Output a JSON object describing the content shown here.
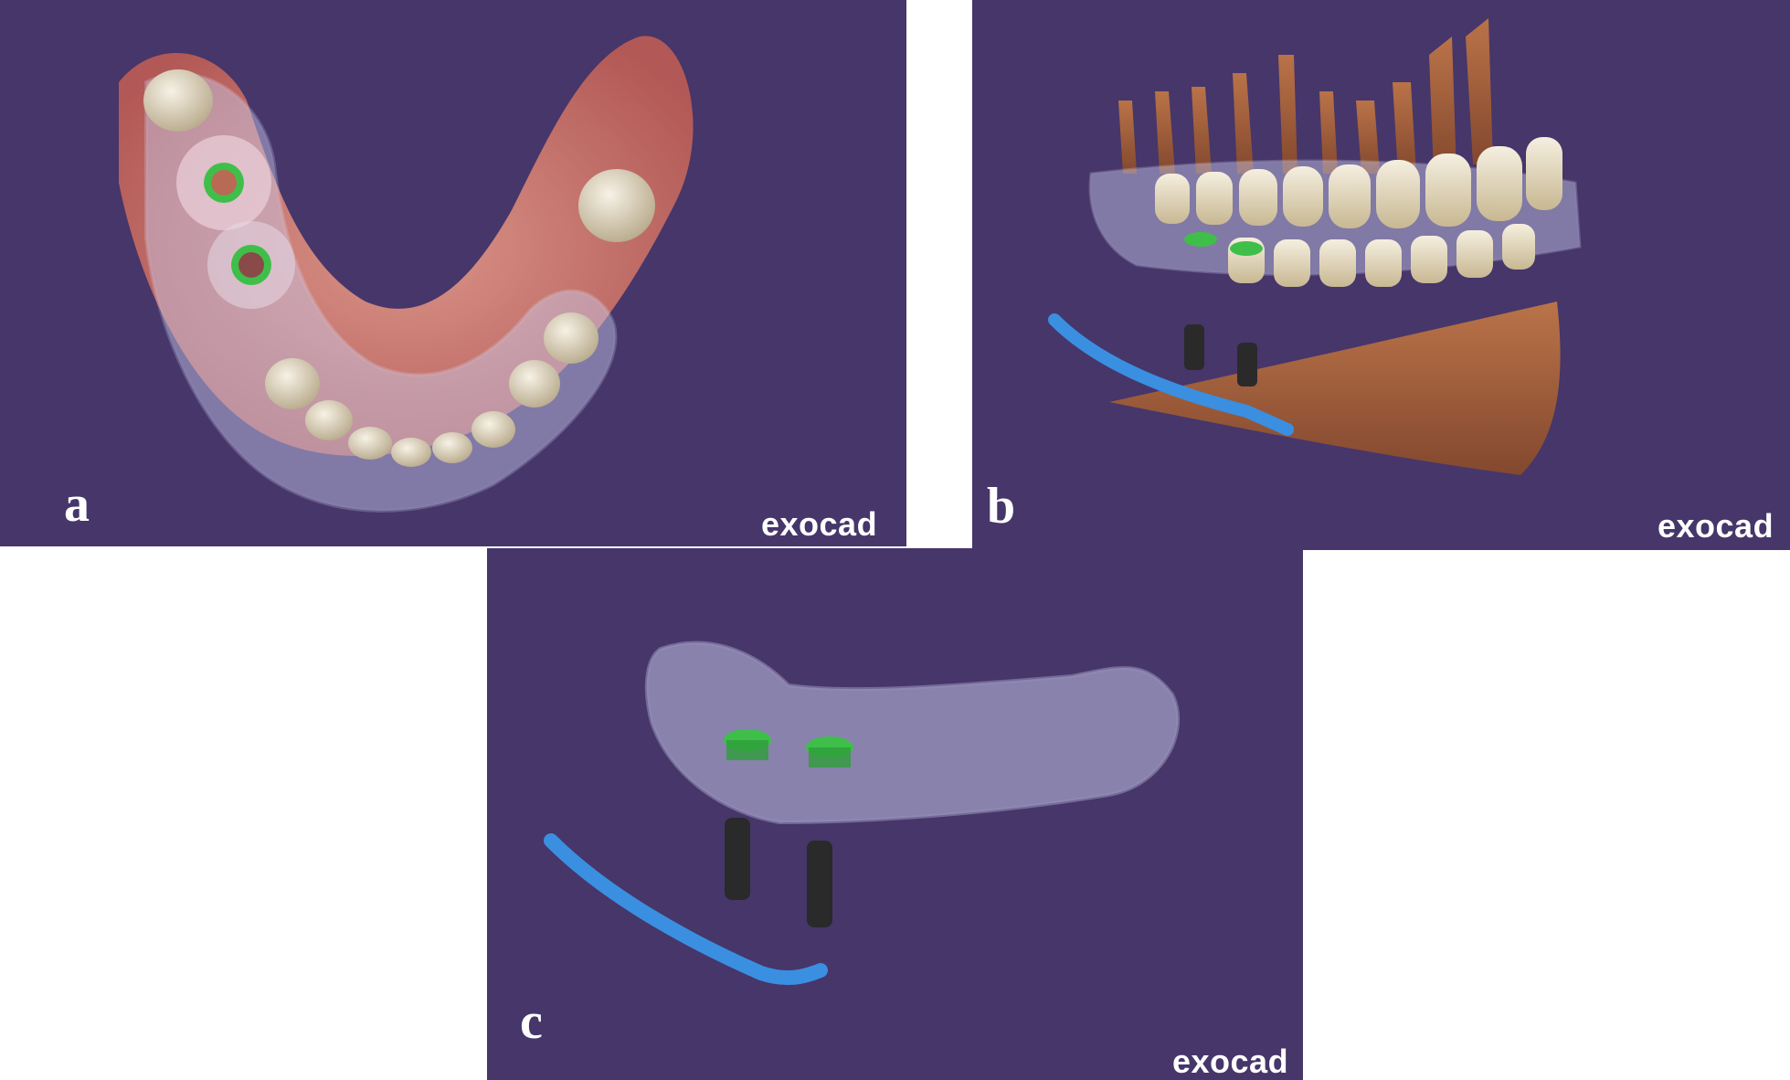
{
  "panels": [
    {
      "label": "a",
      "brand": "exocad"
    },
    {
      "label": "b",
      "brand": "exocad"
    },
    {
      "label": "c",
      "brand": "exocad"
    }
  ],
  "colors": {
    "background": "#46366a",
    "guide": "#b8bfe6",
    "sleeve": "#3fbf4a",
    "nerve_canal": "#3a8fe0",
    "gingiva": "#d67a6a",
    "bone": "#b8683a",
    "tooth": "#e8e2d2",
    "implant": "#2a2a2a"
  }
}
